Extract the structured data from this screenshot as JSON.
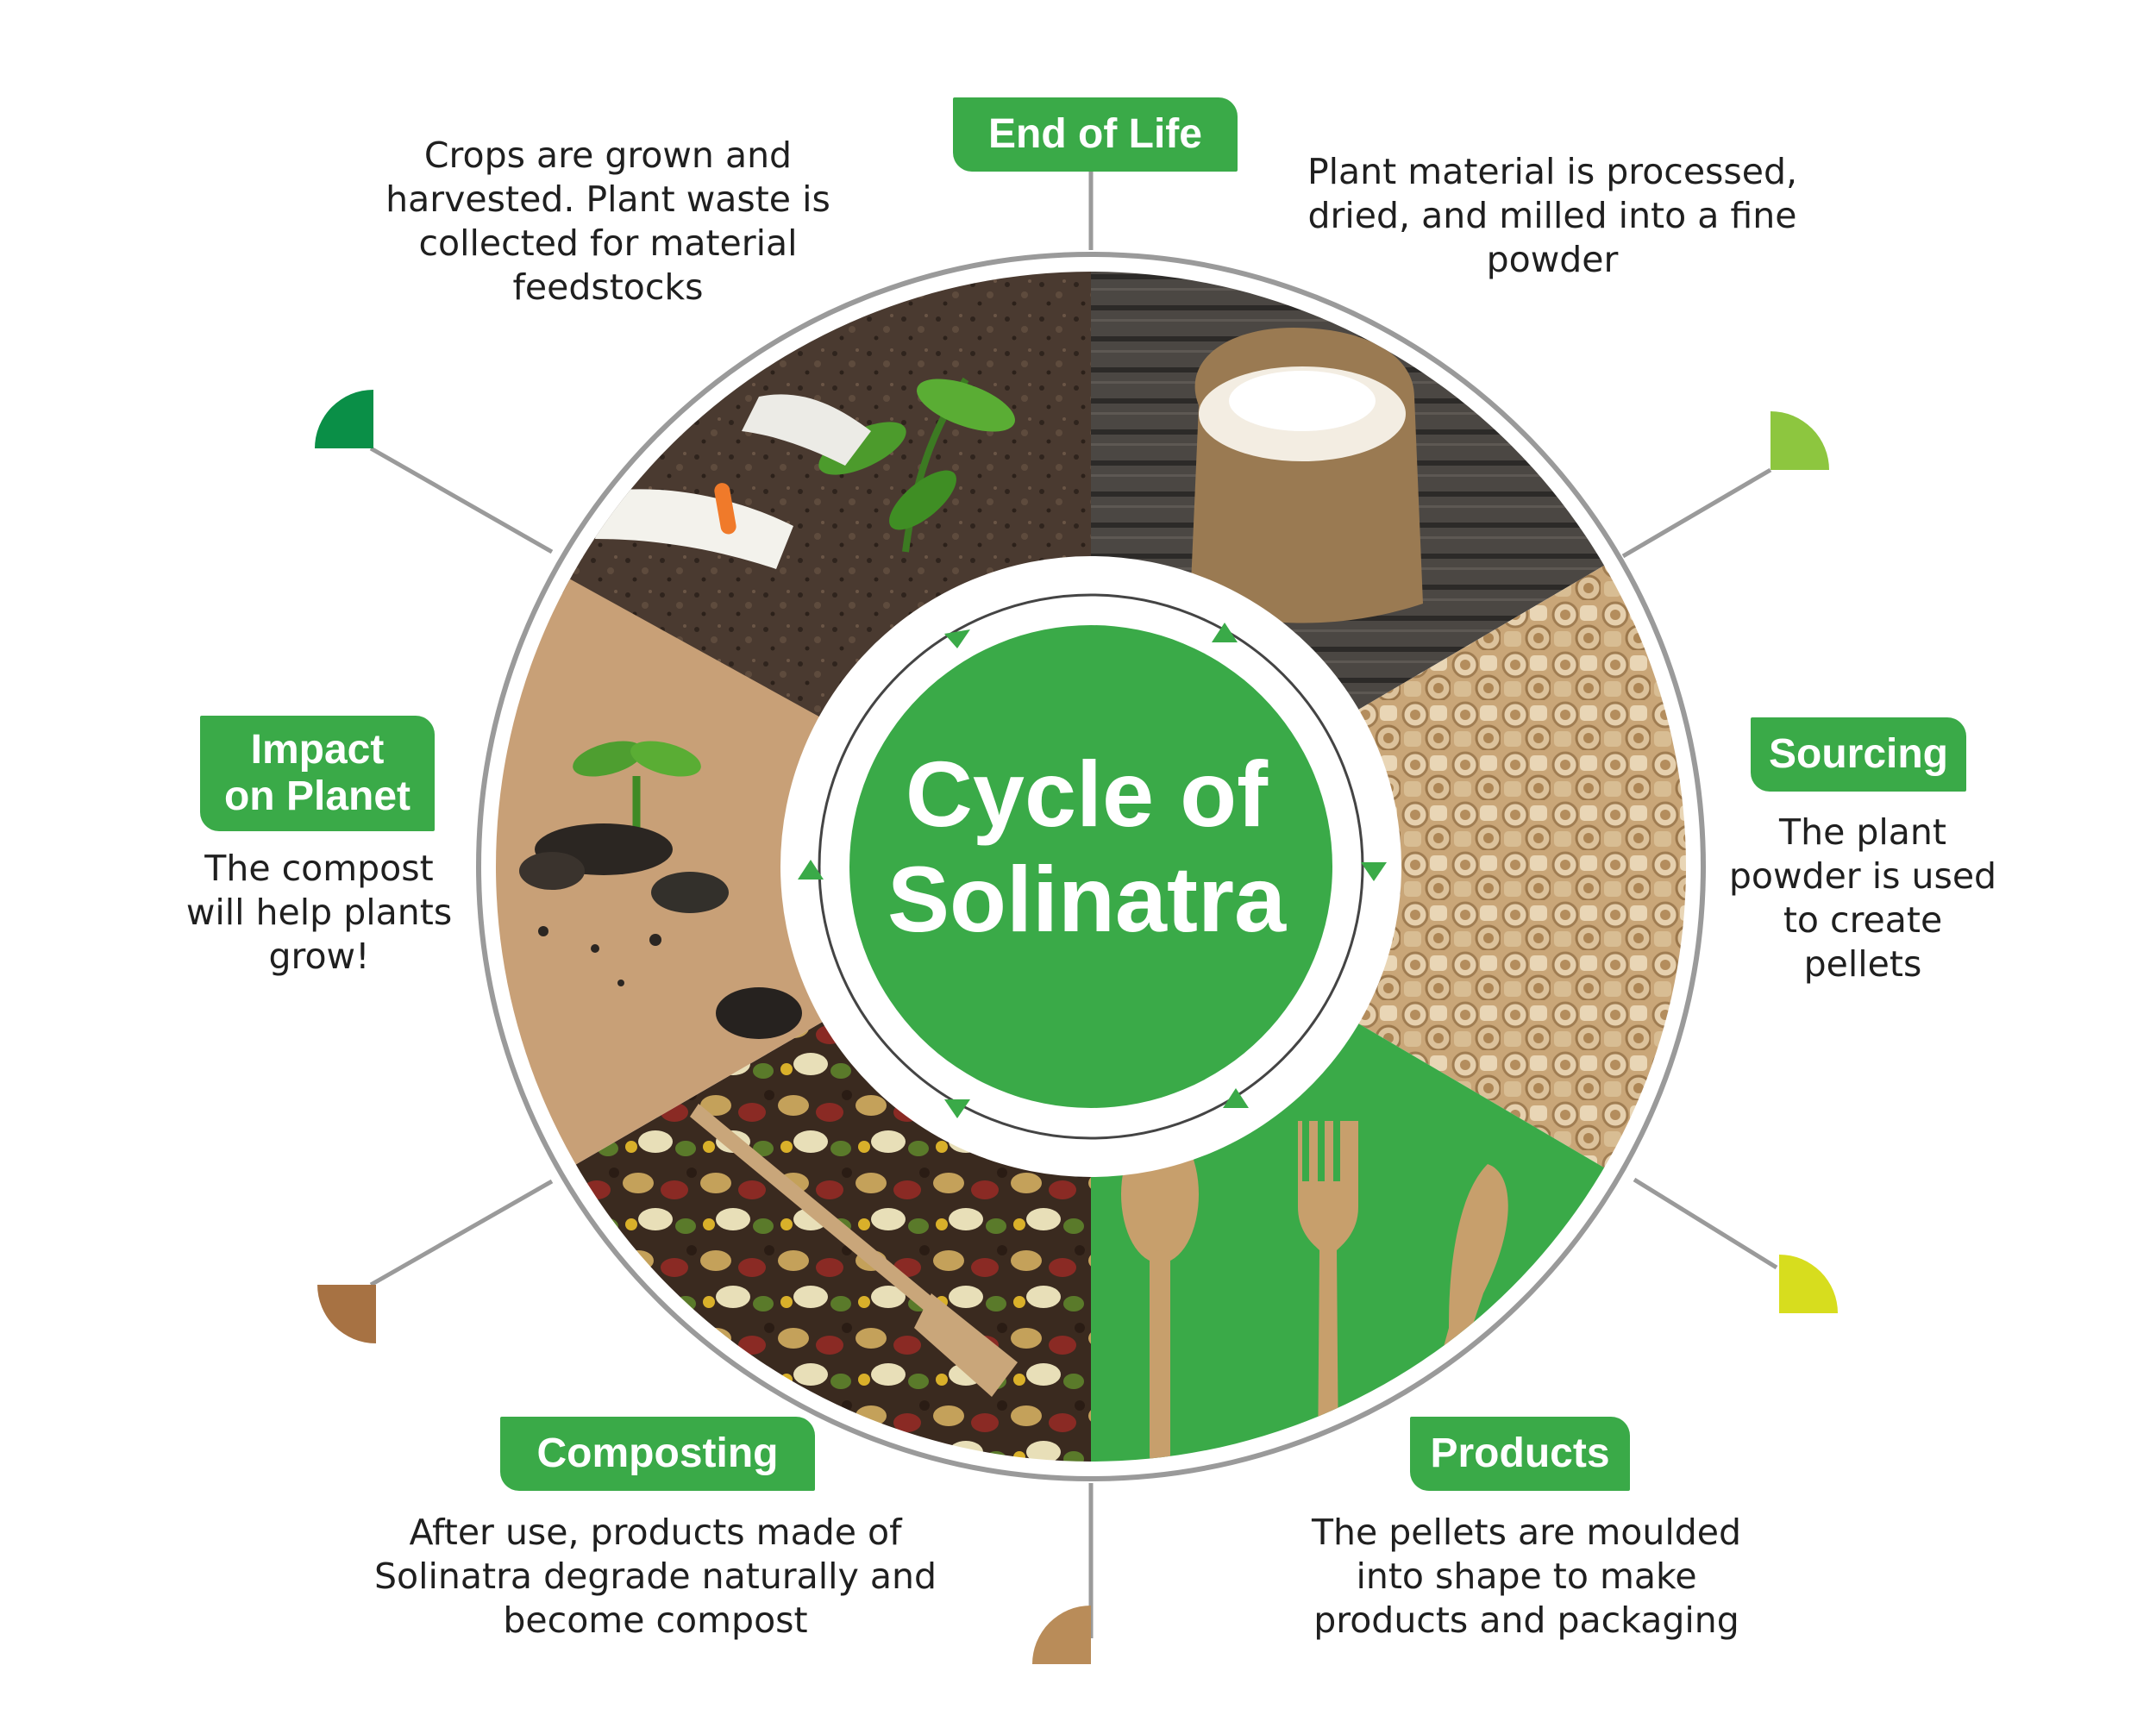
{
  "center": {
    "line1": "Cycle of",
    "line2": "Solinatra"
  },
  "stages": {
    "end_of_life": {
      "title": "End of Life",
      "description": "Plant material is processed, dried, and milled into a fine powder"
    },
    "sourcing": {
      "title": "Sourcing",
      "description": "The plant powder is used to create pellets"
    },
    "products": {
      "title": "Products",
      "description": "The pellets are moulded into shape to make products and packaging"
    },
    "composting": {
      "title": "Composting",
      "description": "After use, products made of Solinatra degrade naturally and become compost"
    },
    "impact": {
      "title_line1": "Impact",
      "title_line2": "on Planet",
      "description": "The compost will help plants grow!"
    },
    "crops": {
      "description": "Crops are grown and harvested. Plant waste is collected for material feedstocks"
    }
  },
  "colors": {
    "brand_green": "#3aaa48",
    "dark_green": "#0a8f47",
    "lime": "#8dc63f",
    "yellow": "#d7dd1e",
    "tan": "#b98c59",
    "brown": "#a77243"
  }
}
